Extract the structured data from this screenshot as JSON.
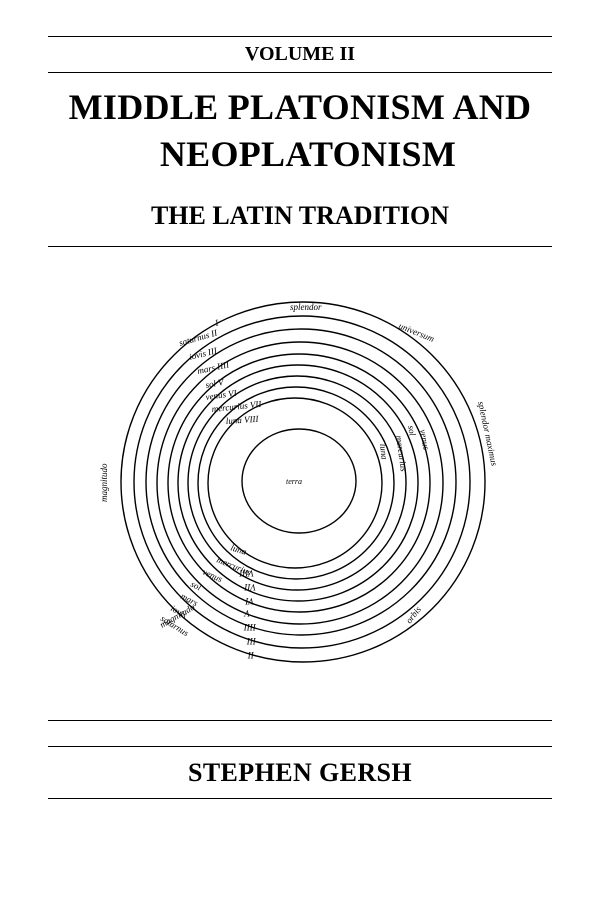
{
  "cover": {
    "volume": "VOLUME II",
    "title_line1": "MIDDLE PLATONISM AND",
    "title_line2": "NEOPLATONISM",
    "subtitle": "THE LATIN TRADITION",
    "author": "STEPHEN GERSH"
  },
  "diagram": {
    "center": "terra",
    "outer_top": "splendor",
    "outer_left": "magnitudo",
    "outer_right_top": "universum",
    "outer_right": "splendor maximus",
    "outer_right_bottom": "orbis",
    "outer_bottom_left": "magnitudo",
    "left_labels": [
      "I",
      "saturnus II",
      "iovis III",
      "mars IIII",
      "sol V",
      "venus VI",
      "mercurius VII",
      "luna VIII"
    ],
    "right_labels": [
      "sol",
      "venus",
      "mercurius",
      "luna"
    ],
    "lower_labels": [
      "luna",
      "mercurius",
      "venus",
      "sol",
      "mars",
      "iovis",
      "saturnus"
    ],
    "lower_numerals": [
      "VIII",
      "VII",
      "VI",
      "V",
      "IIII",
      "III",
      "II"
    ]
  }
}
